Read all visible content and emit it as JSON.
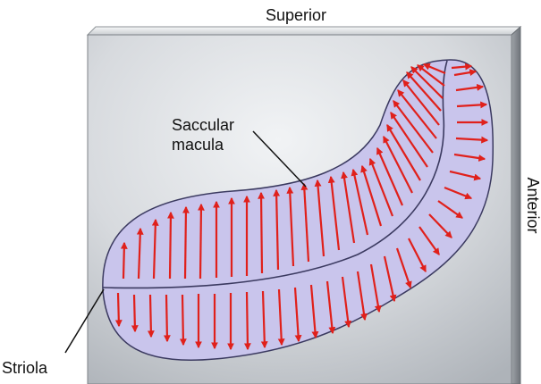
{
  "labels": {
    "superior": "Superior",
    "anterior": "Anterior",
    "saccular_line1": "Saccular",
    "saccular_line2": "macula",
    "striola": "Striola"
  },
  "colors": {
    "macula_fill": "#c9c5ec",
    "macula_stroke": "#3b3a60",
    "arrow": "#e0201b",
    "plate_light": "#eceff2",
    "plate_dark": "#b9bec4"
  }
}
